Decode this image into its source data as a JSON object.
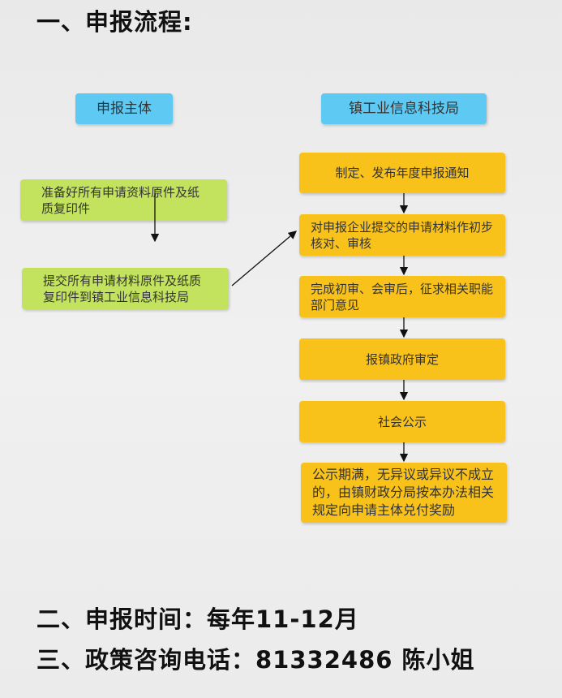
{
  "section1_title": "一、申报流程:",
  "lanes": {
    "applicant": "申报主体",
    "bureau": "镇工业信息科技局"
  },
  "applicant_steps": [
    "准备好所有申请资料原件及纸质复印件",
    "提交所有申请材料原件及纸质复印件到镇工业信息科技局"
  ],
  "bureau_steps": [
    "制定、发布年度申报通知",
    "对申报企业提交的申请材料作初步核对、审核",
    "完成初审、会审后，征求相关职能部门意见",
    "报镇政府审定",
    "社会公示",
    "公示期满，无异议或异议不成立的，由镇财政分局按本办法相关规定向申请主体兑付奖励"
  ],
  "section2": "二、申报时间：每年11-12月",
  "section3": "三、政策咨询电话：81332486 陈小姐",
  "colors": {
    "lane_header": "#5ec9f2",
    "applicant_box": "#c3e35f",
    "bureau_box": "#f8c21b"
  }
}
